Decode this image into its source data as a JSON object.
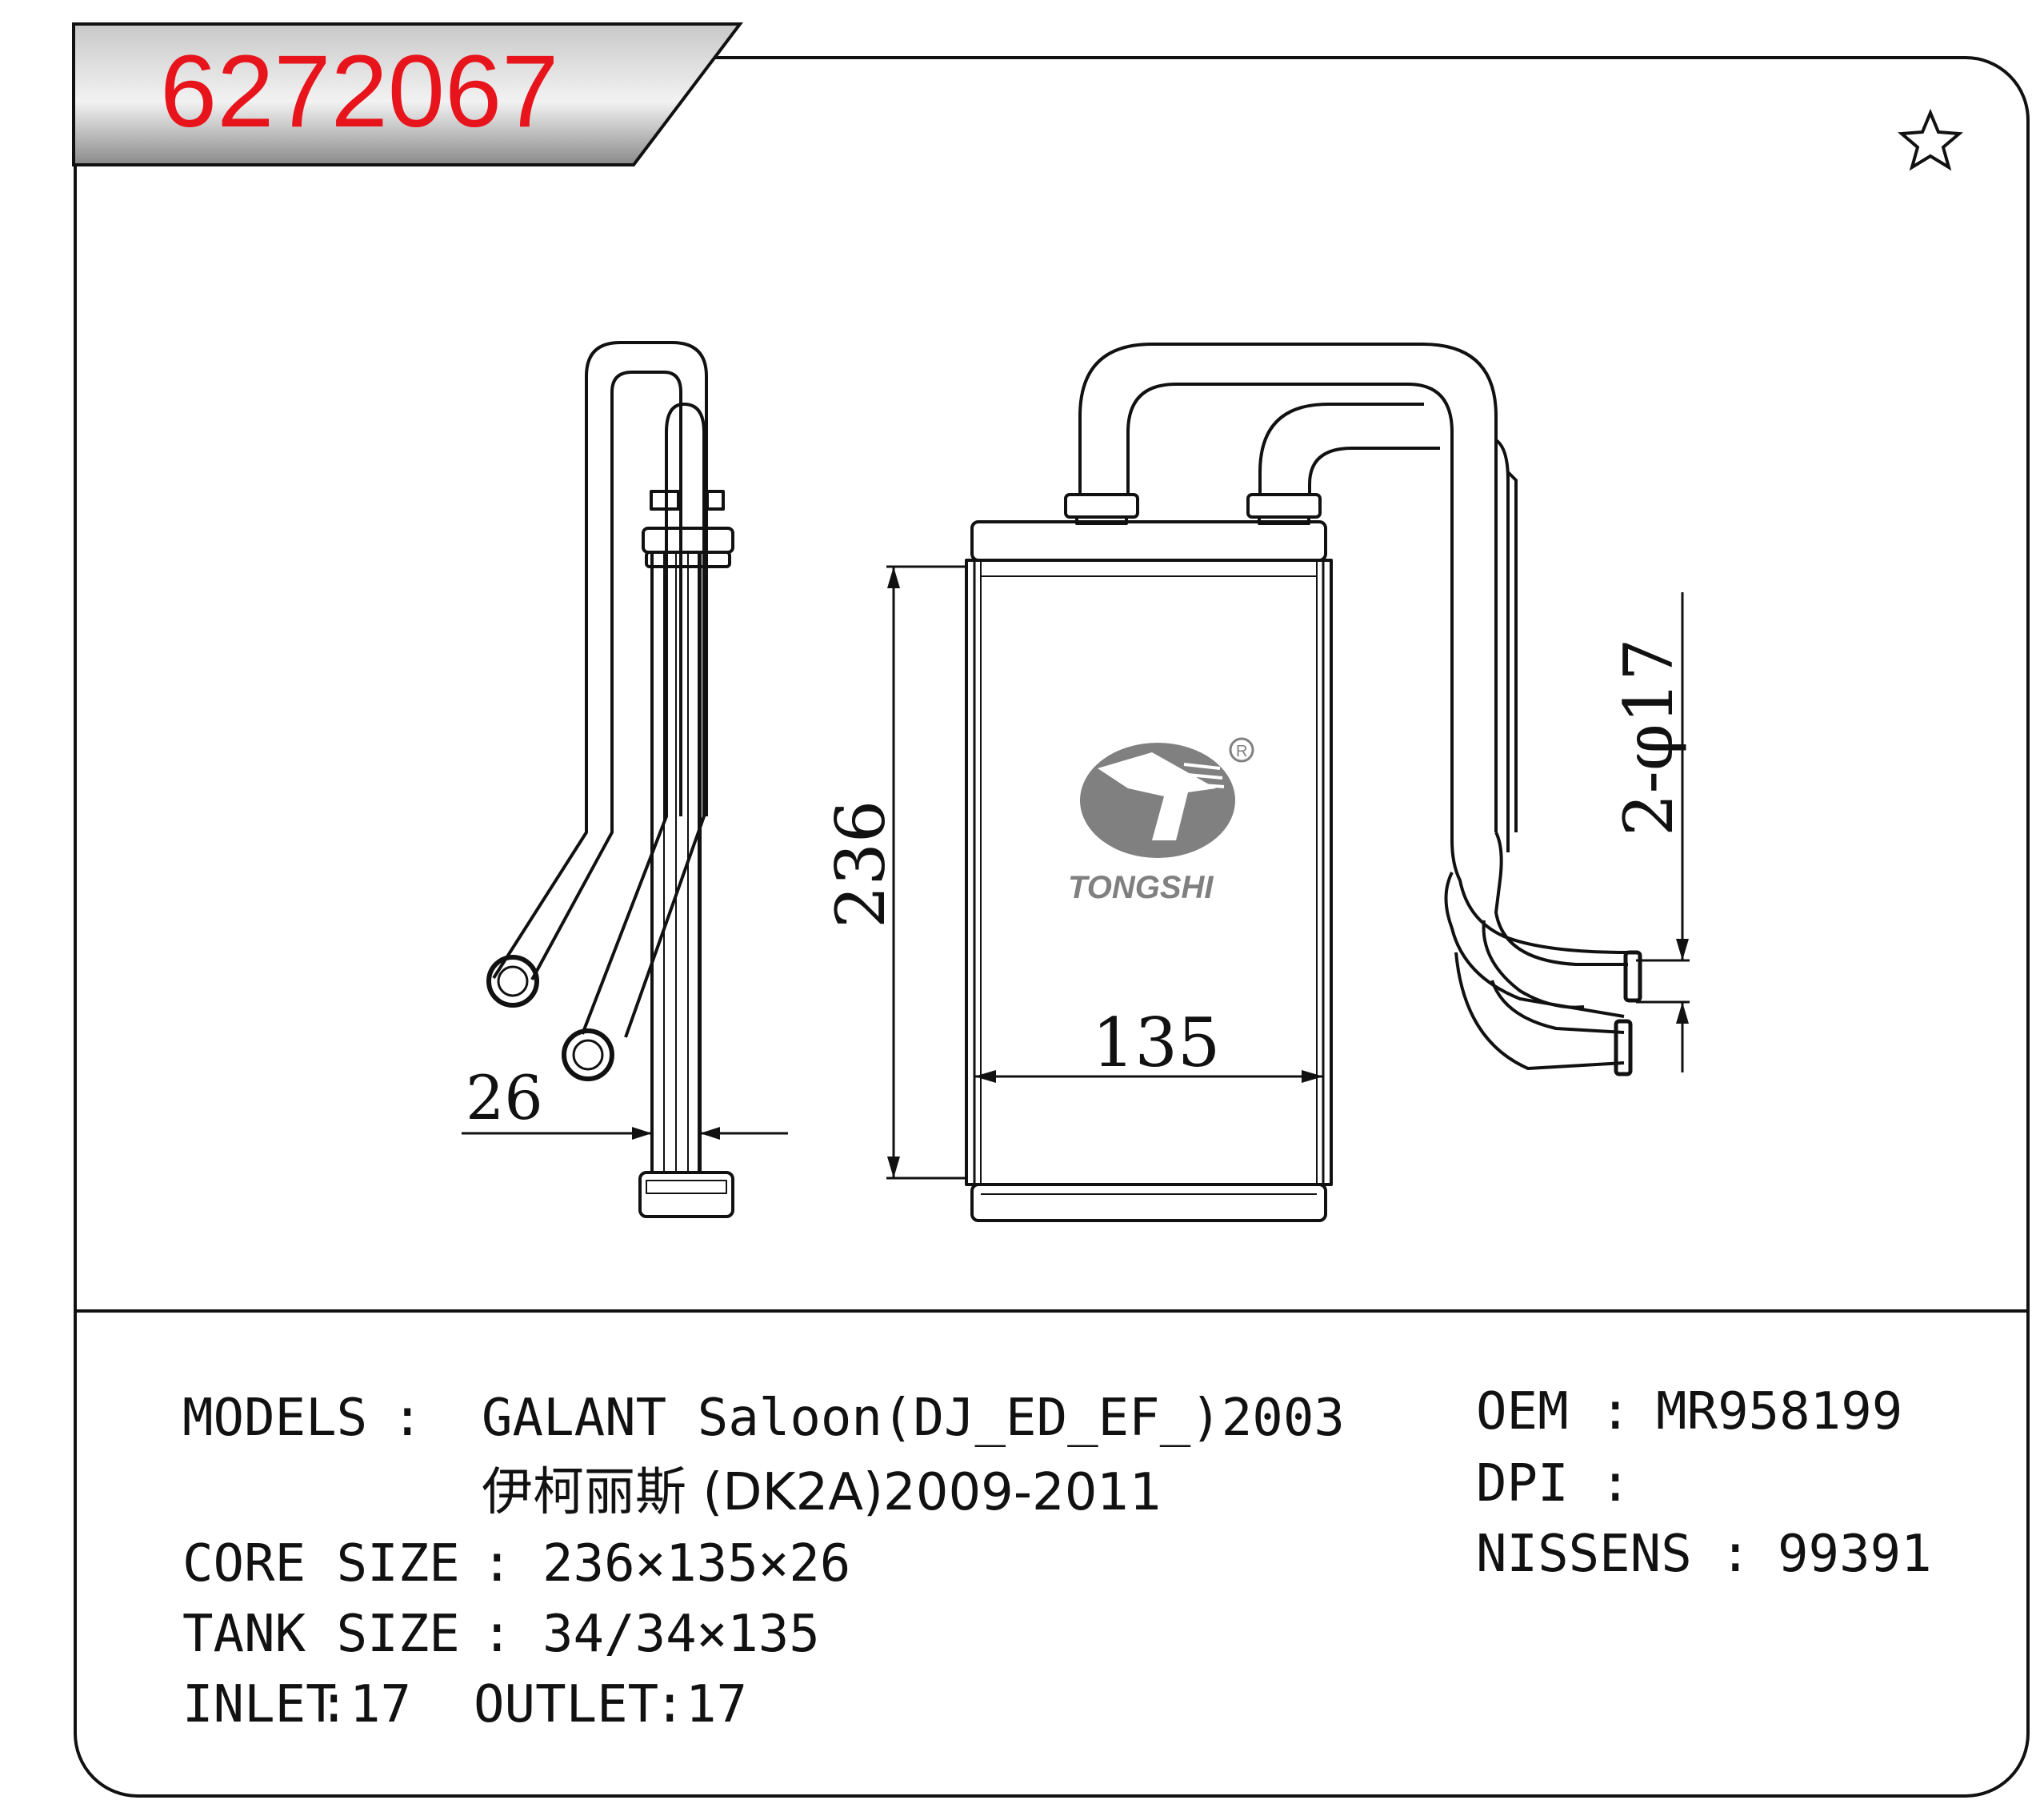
{
  "header": {
    "part_number": "6272067",
    "part_number_color": "#e8141c",
    "star_icon": "star-outline"
  },
  "drawing": {
    "dimensions": {
      "height": "236",
      "width": "135",
      "thickness": "26",
      "pipe": "2-φ17"
    },
    "logo": {
      "brand": "TONGSHI",
      "registered": "R"
    }
  },
  "specs": {
    "models_label": "MODELS",
    "models_sep": ":",
    "models_line1": "GALANT Saloon(DJ_ED_EF_)2003",
    "models_line2": "伊柯丽斯 (DK2A)2009-2011",
    "core_label": "CORE SIZE",
    "core_sep": ":",
    "core_value": "236×135×26",
    "tank_label": "TANK SIZE",
    "tank_sep": ":",
    "tank_value": "34/34×135",
    "inlet_label": "INLET",
    "inlet_value": "17",
    "outlet_label": "OUTLET",
    "outlet_value": "17",
    "oem_label": "OEM",
    "oem_sep": ":",
    "oem_value": "MR958199",
    "dpi_label": "DPI",
    "dpi_sep": ":",
    "dpi_value": "",
    "nissens_label": "NISSENS",
    "nissens_sep": ":",
    "nissens_value": "99391"
  }
}
